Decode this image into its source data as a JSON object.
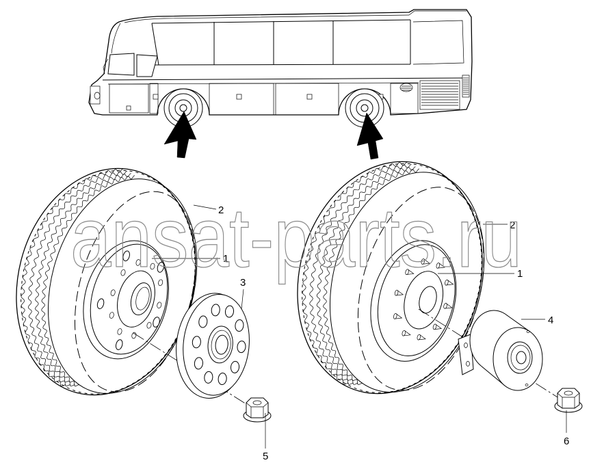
{
  "watermark": "ansat-parts.ru",
  "callouts": {
    "left_tire": "2",
    "left_wheel_rim": "1",
    "hub_cap": "3",
    "left_wheel_nut": "5",
    "right_tire": "2",
    "right_wheel_rim": "1",
    "hub_cover": "4",
    "right_wheel_nut": "6"
  },
  "colors": {
    "line": "#000000",
    "watermark": "#8a8a8a",
    "background": "#ffffff"
  }
}
